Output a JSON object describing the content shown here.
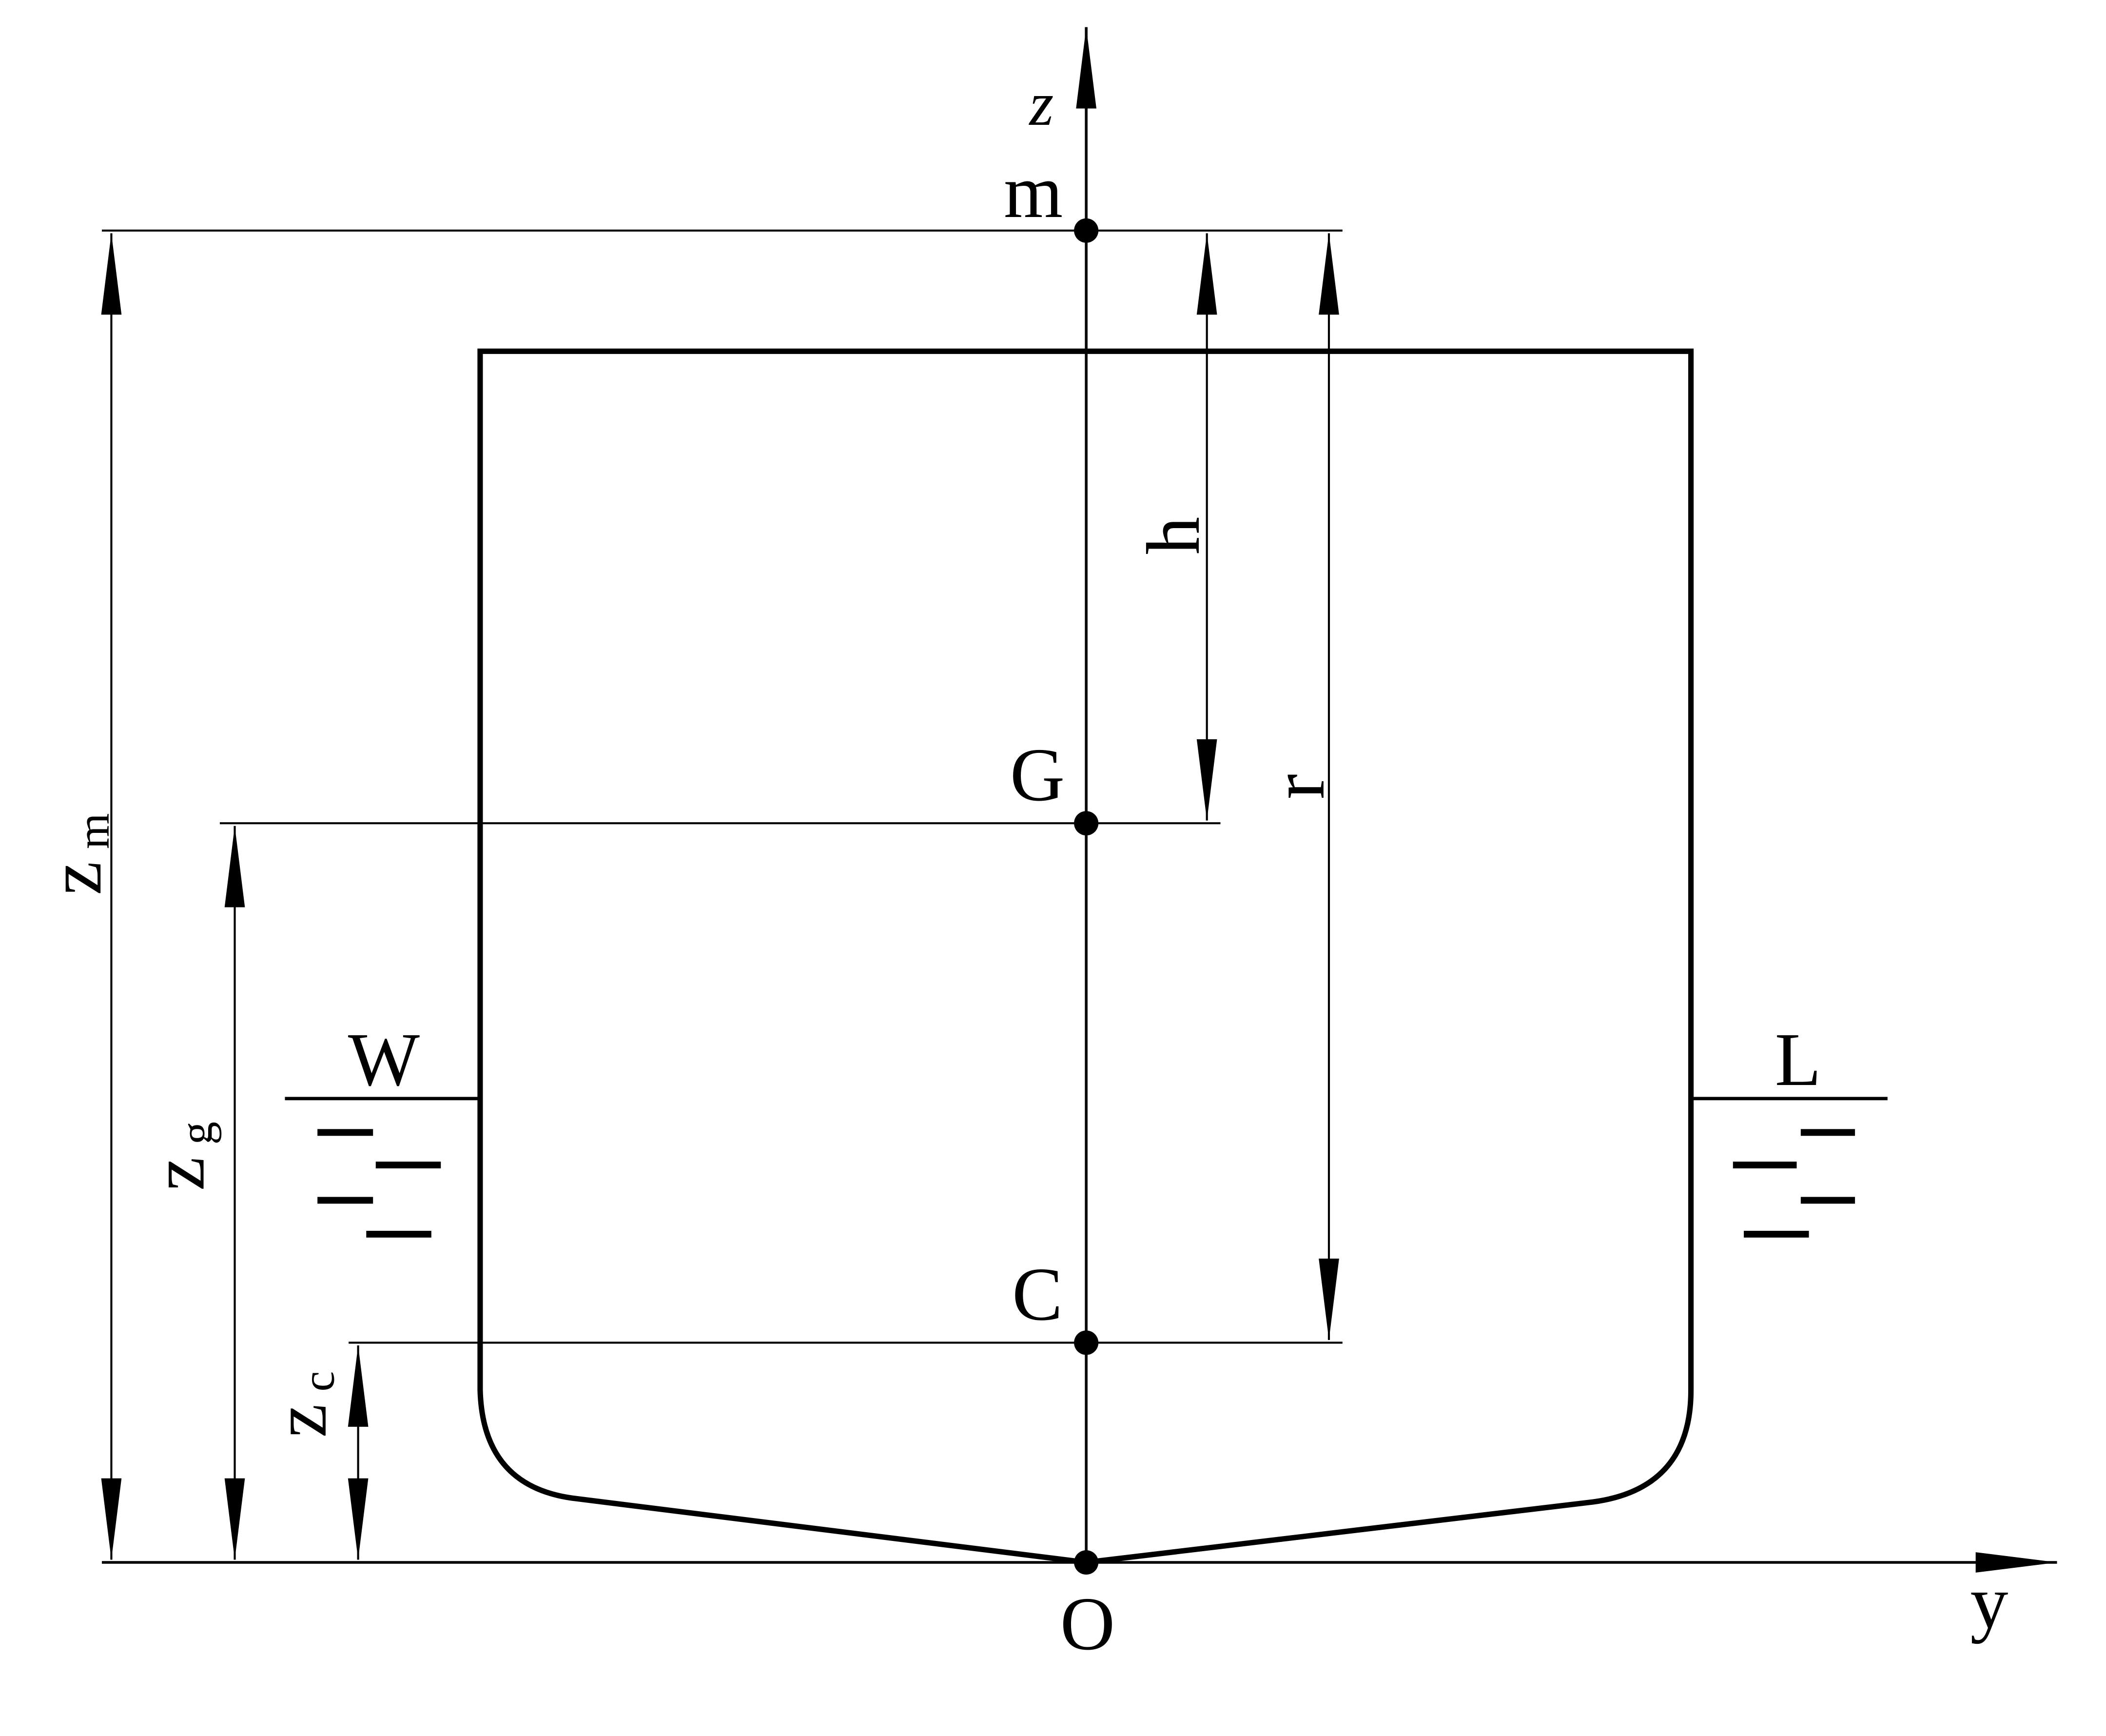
{
  "labels": {
    "z_axis": "z",
    "y_axis": "y",
    "origin": "O",
    "point_m": "m",
    "point_g": "G",
    "point_c": "C",
    "waterline_left": "W",
    "waterline_right": "L",
    "h": "h",
    "r": "r",
    "zm_main": "z",
    "zm_sub": "m",
    "zg_main": "z",
    "zg_sub": "g",
    "zc_main": "z",
    "zc_sub": "c"
  }
}
